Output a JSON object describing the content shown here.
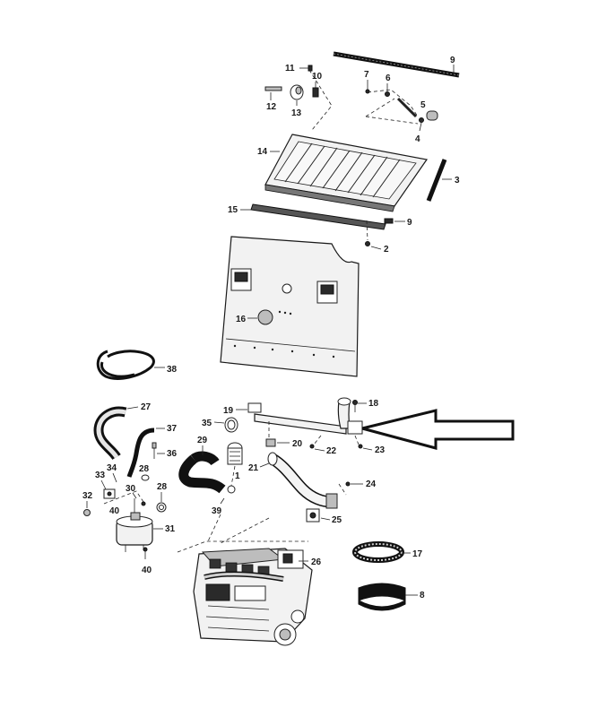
{
  "callouts": {
    "c1": "1",
    "c2": "2",
    "c3": "3",
    "c4": "4",
    "c5": "5",
    "c6": "6",
    "c7": "7",
    "c8": "8",
    "c9a": "9",
    "c9b": "9",
    "c10": "10",
    "c11": "11",
    "c12": "12",
    "c13": "13",
    "c14": "14",
    "c15": "15",
    "c16": "16",
    "c17": "17",
    "c18": "18",
    "c19": "19",
    "c20": "20",
    "c21": "21",
    "c22": "22",
    "c23": "23",
    "c24": "24",
    "c25": "25",
    "c26": "26",
    "c27": "27",
    "c28a": "28",
    "c28b": "28",
    "c29": "29",
    "c30": "30",
    "c31": "31",
    "c32": "32",
    "c33": "33",
    "c34": "34",
    "c35": "35",
    "c36": "36",
    "c37": "37",
    "c38": "38",
    "c39": "39",
    "c40a": "40",
    "c40b": "40"
  },
  "colors": {
    "ink": "#1a1a1a",
    "arrow_fill": "#ffffff",
    "background": "#ffffff"
  }
}
